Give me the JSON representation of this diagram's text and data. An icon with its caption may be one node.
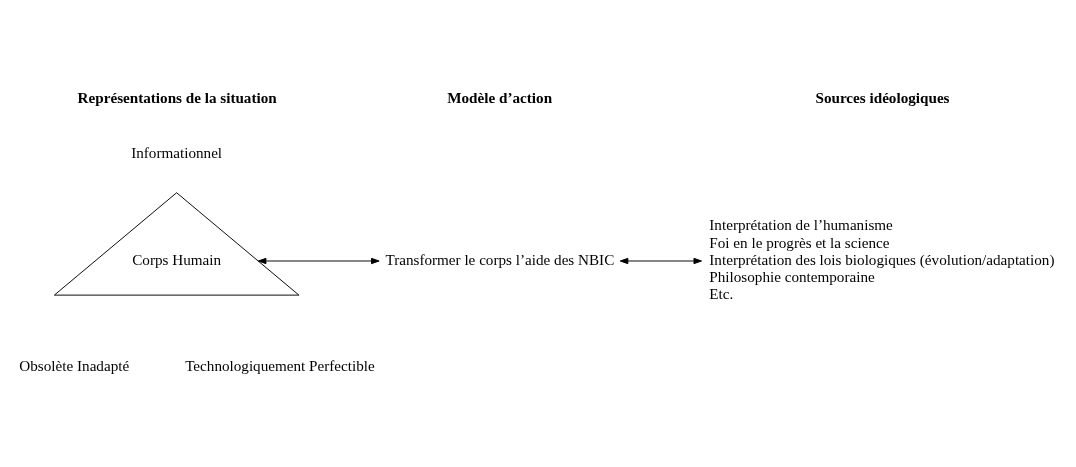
{
  "diagram": {
    "nodes": [
      {
        "text": [
          "Corps Humain"
        ],
        "beside": [
          "Informationnel",
          "Obsolète Inadapté",
          "Technologiquement Perfectible"
        ]
      },
      {
        "text": [
          "Transformer le corps l’aide des NBIC"
        ]
      },
      {
        "text": [
          "Interprétation de l’humanisme",
          "Foi en le progrès et la science",
          "Interprétation des lois biologiques (évolution/adaptation)",
          "Philosophie contemporaine",
          "Etc."
        ]
      }
    ],
    "edges": [
      {
        "from": 0,
        "to": 1,
        "arrow": "both"
      },
      {
        "from": 1,
        "to": 2,
        "arrow": "both"
      }
    ],
    "labels": [
      "Représentations de la situation",
      "Modèle d’action",
      "Sources idéologiques"
    ]
  }
}
